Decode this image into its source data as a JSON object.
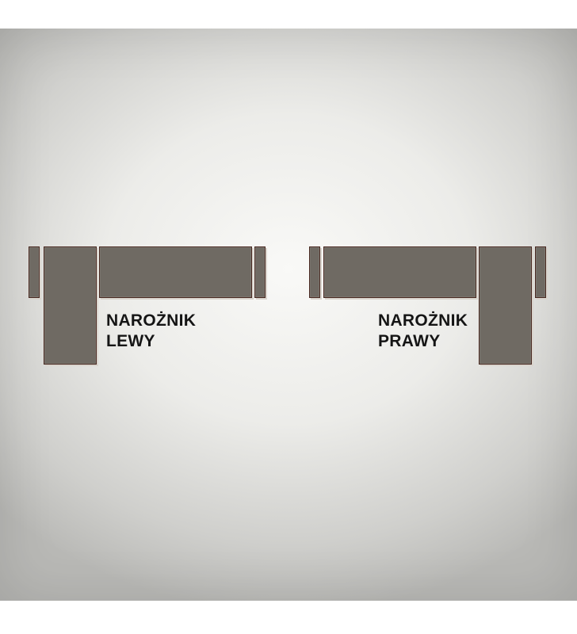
{
  "background_color": "#ecece9",
  "piece_color": "#6f6a63",
  "outline_color": "#4a2a22",
  "diagrams": {
    "left": {
      "name": "corner-left",
      "label_line1": "NAROŻNIK",
      "label_line2": "LEWY"
    },
    "right": {
      "name": "corner-right",
      "label_line1": "NAROŻNIK",
      "label_line2": "PRAWY"
    }
  }
}
